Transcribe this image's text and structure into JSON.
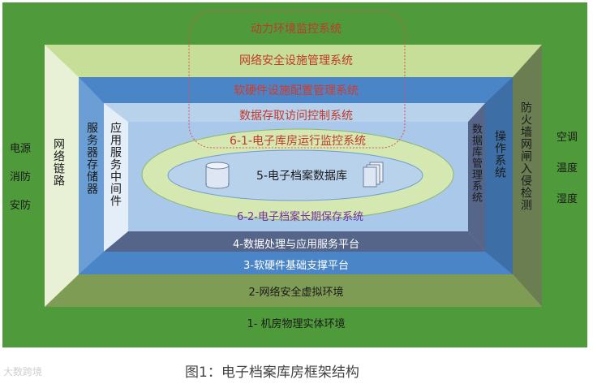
{
  "layers": {
    "layer1": "1- 机房物理实体环境",
    "layer2": "2-网络安全虚拟环境",
    "layer3": "3-软硬件基础支撑平台",
    "layer4": "4-数据处理与应用服务平台"
  },
  "side_left": {
    "power": "电源",
    "fire": "消防",
    "security": "安防",
    "network_link": "网络链路",
    "server_storage": "服务器存储器",
    "middleware": "应用服务中间件"
  },
  "side_right": {
    "ac": "空调",
    "temperature": "温度",
    "humidity": "湿度",
    "intrusion": "防火墙网闸入侵检测",
    "os": "操作系统",
    "dbms": "数据库管理系统"
  },
  "control_systems": {
    "env_monitor": "动力环境监控系统",
    "net_security": "网络安全设施管理系统",
    "config_mgmt": "软硬件设施配置管理系统",
    "access_control": "数据存取访问控制系统"
  },
  "core": {
    "ops_monitor": "6-1-电子库房运行监控系统",
    "database": "5-电子档案数据库",
    "long_term": "6-2-电子档案长期保存系统"
  },
  "caption": "图1：电子档案库房框架结构",
  "watermark": "大数跨境",
  "colors": {
    "outer_green": "#4f9a3a",
    "light_green": "#cfe3a6",
    "mid_green": "#7e9a55",
    "blue": "#4c88c9",
    "light_blue": "#c7dbef",
    "slate": "#56668a",
    "red_text": "#c0392b",
    "purple_text": "#7030a0"
  }
}
